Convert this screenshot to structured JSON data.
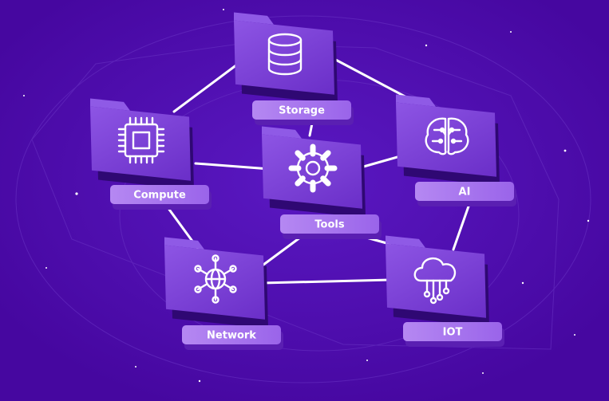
{
  "diagram": {
    "colors": {
      "background": "#4a0ba6",
      "folder_top": "#7a3fd6",
      "folder_side": "#2f0873",
      "label_top": "#a774ee",
      "label_side": "#5a1fb2",
      "connector": "#ffffff"
    },
    "nodes": [
      {
        "id": "storage",
        "label": "Storage",
        "icon": "database-icon"
      },
      {
        "id": "compute",
        "label": "Compute",
        "icon": "cpu-chip-icon"
      },
      {
        "id": "tools",
        "label": "Tools",
        "icon": "gear-icon"
      },
      {
        "id": "ai",
        "label": "AI",
        "icon": "brain-circuit-icon"
      },
      {
        "id": "network",
        "label": "Network",
        "icon": "globe-network-icon"
      },
      {
        "id": "iot",
        "label": "IOT",
        "icon": "cloud-circuit-icon"
      }
    ],
    "edges": [
      [
        "storage",
        "compute"
      ],
      [
        "storage",
        "ai"
      ],
      [
        "storage",
        "tools"
      ],
      [
        "compute",
        "tools"
      ],
      [
        "tools",
        "ai"
      ],
      [
        "compute",
        "network"
      ],
      [
        "tools",
        "network"
      ],
      [
        "tools",
        "iot"
      ],
      [
        "ai",
        "iot"
      ],
      [
        "network",
        "iot"
      ]
    ]
  }
}
